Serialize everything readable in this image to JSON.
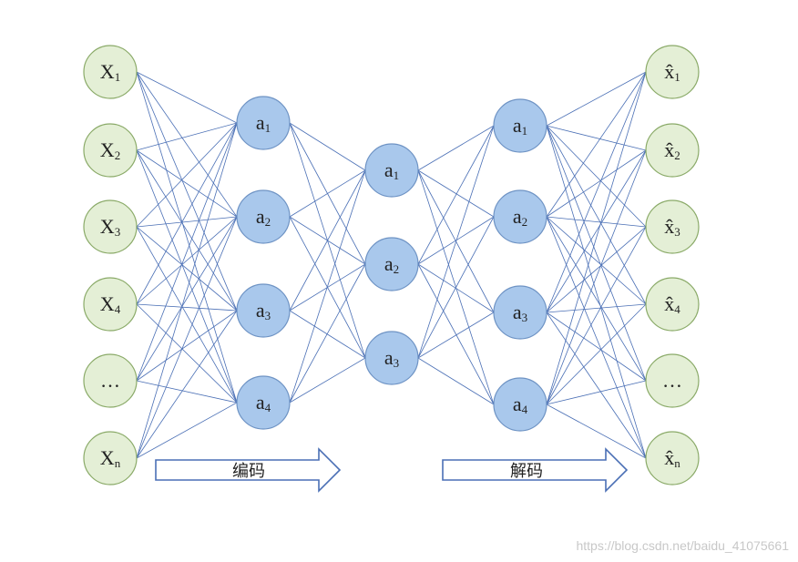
{
  "layers": [
    {
      "kind": "input",
      "nodes": [
        {
          "base": "X",
          "sub": "1"
        },
        {
          "base": "X",
          "sub": "2"
        },
        {
          "base": "X",
          "sub": "3"
        },
        {
          "base": "X",
          "sub": "4"
        },
        {
          "base": "…",
          "sub": ""
        },
        {
          "base": "X",
          "sub": "n"
        }
      ]
    },
    {
      "kind": "hidden",
      "nodes": [
        {
          "base": "a",
          "sub": "1"
        },
        {
          "base": "a",
          "sub": "2"
        },
        {
          "base": "a",
          "sub": "3"
        },
        {
          "base": "a",
          "sub": "4"
        }
      ]
    },
    {
      "kind": "hidden",
      "nodes": [
        {
          "base": "a",
          "sub": "1"
        },
        {
          "base": "a",
          "sub": "2"
        },
        {
          "base": "a",
          "sub": "3"
        }
      ]
    },
    {
      "kind": "hidden",
      "nodes": [
        {
          "base": "a",
          "sub": "1"
        },
        {
          "base": "a",
          "sub": "2"
        },
        {
          "base": "a",
          "sub": "3"
        },
        {
          "base": "a",
          "sub": "4"
        }
      ]
    },
    {
      "kind": "input",
      "nodes": [
        {
          "base": "x̂",
          "sub": "1"
        },
        {
          "base": "x̂",
          "sub": "2"
        },
        {
          "base": "x̂",
          "sub": "3"
        },
        {
          "base": "x̂",
          "sub": "4"
        },
        {
          "base": "…",
          "sub": ""
        },
        {
          "base": "x̂",
          "sub": "n"
        }
      ]
    }
  ],
  "arrows": {
    "encode": "编码",
    "decode": "解码"
  },
  "watermark": "https://blog.csdn.net/baidu_41075661",
  "colors": {
    "edge": "#4a6fb5",
    "input_fill": "#e4efd6",
    "hidden_fill": "#a9c8ec"
  }
}
